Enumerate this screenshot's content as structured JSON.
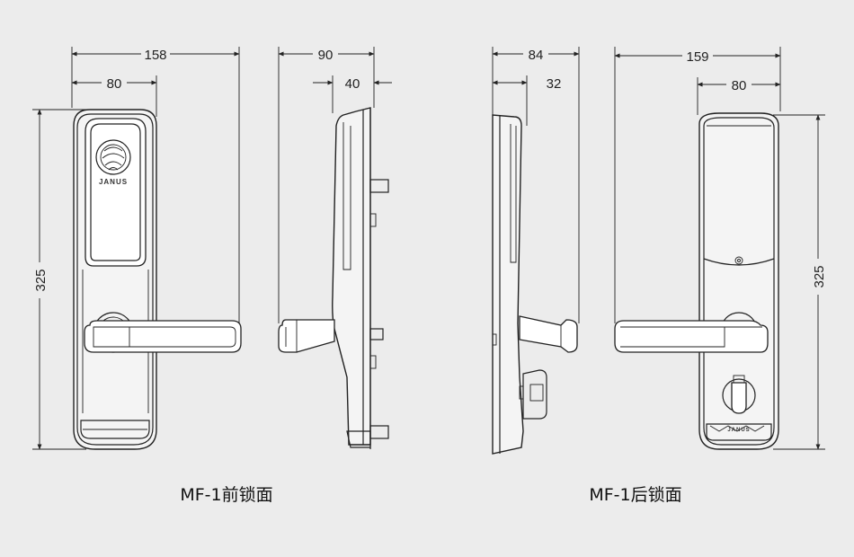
{
  "dimensions": {
    "front_width_total": "158",
    "front_width_inner": "80",
    "front_height": "325",
    "side1_total": "90",
    "side1_inner": "40",
    "side2_total": "84",
    "side2_inner": "32",
    "back_width_total": "159",
    "back_width_inner": "80",
    "back_height": "325"
  },
  "logo": {
    "brand": "JANUS",
    "back_brand": "JANUS"
  },
  "captions": {
    "front": "MF-1前锁面",
    "back": "MF-1后锁面"
  }
}
